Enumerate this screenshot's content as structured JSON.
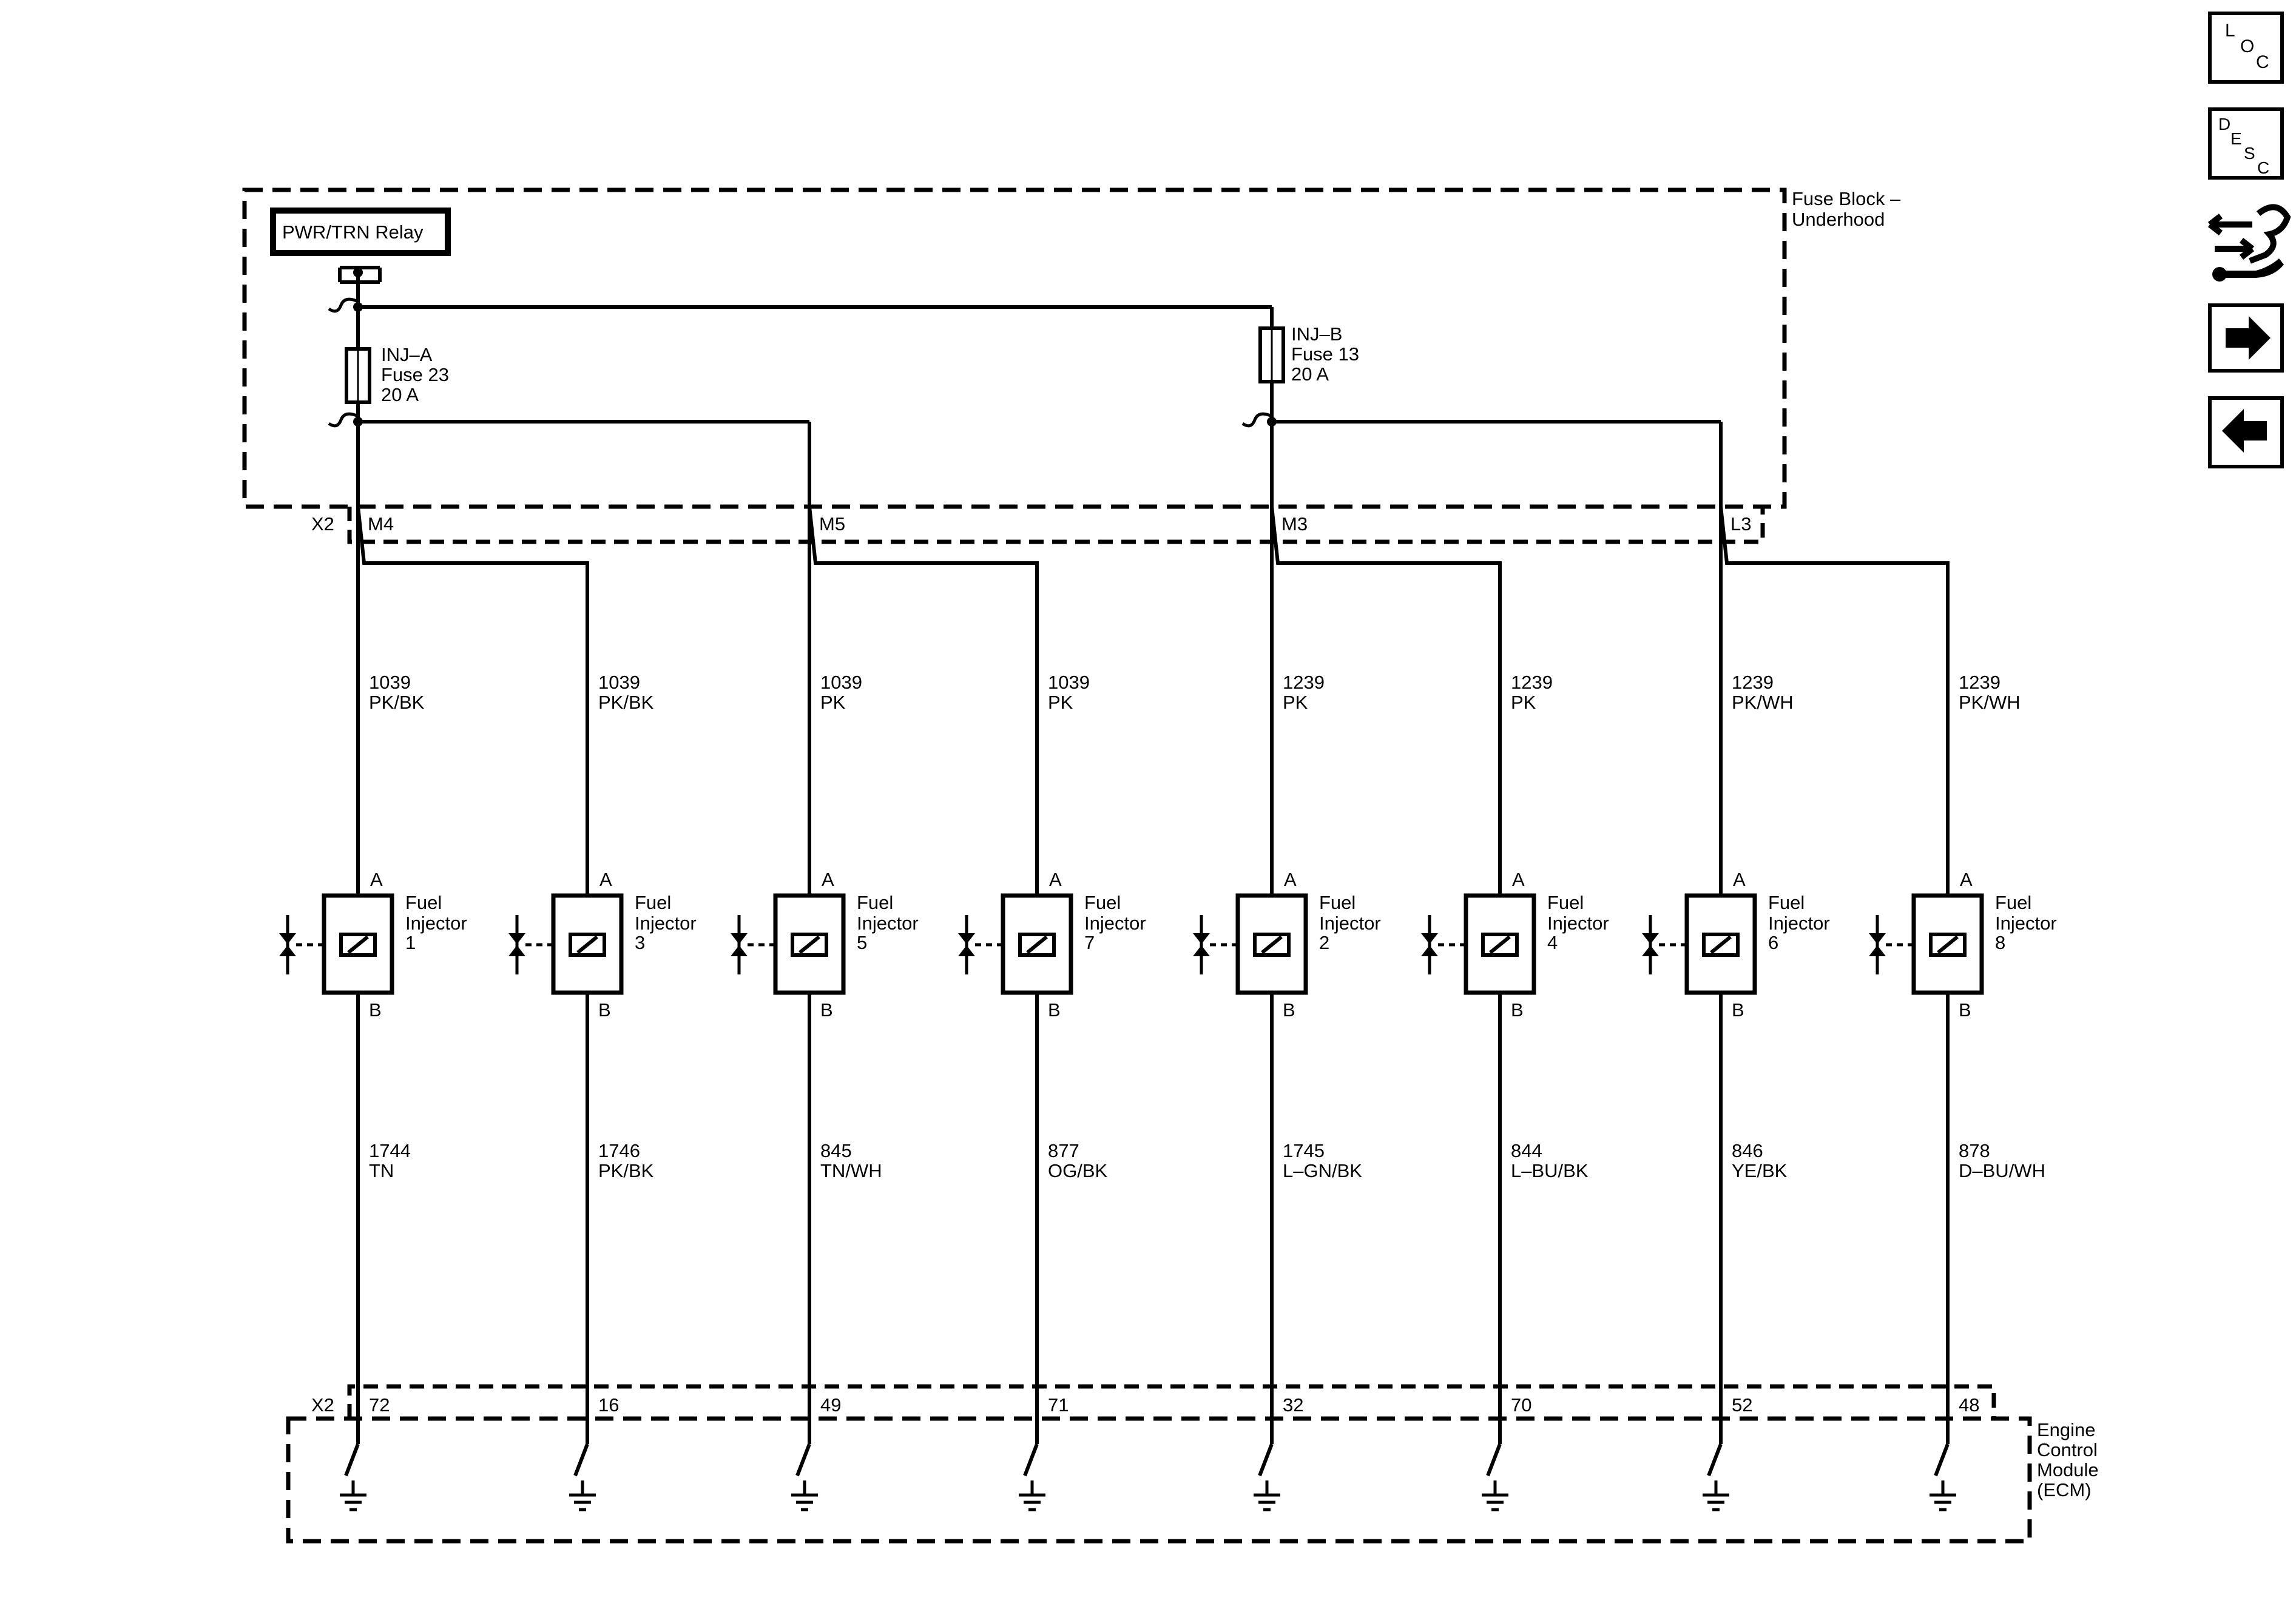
{
  "fuse_block": {
    "title_line1": "Fuse Block –",
    "title_line2": "Underhood"
  },
  "relay": {
    "label": "PWR/TRN Relay"
  },
  "fuses": [
    {
      "name": "INJ–A",
      "fuse": "Fuse 23",
      "rating": "20 A"
    },
    {
      "name": "INJ–B",
      "fuse": "Fuse 13",
      "rating": "20 A"
    }
  ],
  "upper_connector": {
    "name": "X2",
    "pins": [
      "M4",
      "M5",
      "M3",
      "L3"
    ]
  },
  "lower_connector": {
    "name": "X2"
  },
  "ecm": {
    "line1": "Engine",
    "line2": "Control",
    "line3": "Module",
    "line4": "(ECM)"
  },
  "injectors": [
    {
      "label": "Fuel",
      "label2": "Injector",
      "number": "1",
      "pin_a": "A",
      "pin_b": "B",
      "supply_circuit": "1039",
      "supply_color": "PK/BK",
      "control_circuit": "1744",
      "control_color": "TN",
      "ecm_pin": "72"
    },
    {
      "label": "Fuel",
      "label2": "Injector",
      "number": "3",
      "pin_a": "A",
      "pin_b": "B",
      "supply_circuit": "1039",
      "supply_color": "PK/BK",
      "control_circuit": "1746",
      "control_color": "PK/BK",
      "ecm_pin": "16"
    },
    {
      "label": "Fuel",
      "label2": "Injector",
      "number": "5",
      "pin_a": "A",
      "pin_b": "B",
      "supply_circuit": "1039",
      "supply_color": "PK",
      "control_circuit": "845",
      "control_color": "TN/WH",
      "ecm_pin": "49"
    },
    {
      "label": "Fuel",
      "label2": "Injector",
      "number": "7",
      "pin_a": "A",
      "pin_b": "B",
      "supply_circuit": "1039",
      "supply_color": "PK",
      "control_circuit": "877",
      "control_color": "OG/BK",
      "ecm_pin": "71"
    },
    {
      "label": "Fuel",
      "label2": "Injector",
      "number": "2",
      "pin_a": "A",
      "pin_b": "B",
      "supply_circuit": "1239",
      "supply_color": "PK",
      "control_circuit": "1745",
      "control_color": "L–GN/BK",
      "ecm_pin": "32"
    },
    {
      "label": "Fuel",
      "label2": "Injector",
      "number": "4",
      "pin_a": "A",
      "pin_b": "B",
      "supply_circuit": "1239",
      "supply_color": "PK",
      "control_circuit": "844",
      "control_color": "L–BU/BK",
      "ecm_pin": "70"
    },
    {
      "label": "Fuel",
      "label2": "Injector",
      "number": "6",
      "pin_a": "A",
      "pin_b": "B",
      "supply_circuit": "1239",
      "supply_color": "PK/WH",
      "control_circuit": "846",
      "control_color": "YE/BK",
      "ecm_pin": "52"
    },
    {
      "label": "Fuel",
      "label2": "Injector",
      "number": "8",
      "pin_a": "A",
      "pin_b": "B",
      "supply_circuit": "1239",
      "supply_color": "PK/WH",
      "control_circuit": "878",
      "control_color": "D–BU/WH",
      "ecm_pin": "48"
    }
  ],
  "nav": {
    "loc": {
      "l1": "L",
      "l2": "O",
      "l3": "C"
    },
    "desc": {
      "l1": "D",
      "l2": "E",
      "l3": "S",
      "l4": "C"
    },
    "buttons": [
      {
        "icon": "wrench-arrows-icon"
      },
      {
        "icon": "arrow-right-icon"
      },
      {
        "icon": "arrow-left-icon"
      }
    ]
  },
  "colors": {
    "line": "#000000",
    "background": "#ffffff"
  }
}
